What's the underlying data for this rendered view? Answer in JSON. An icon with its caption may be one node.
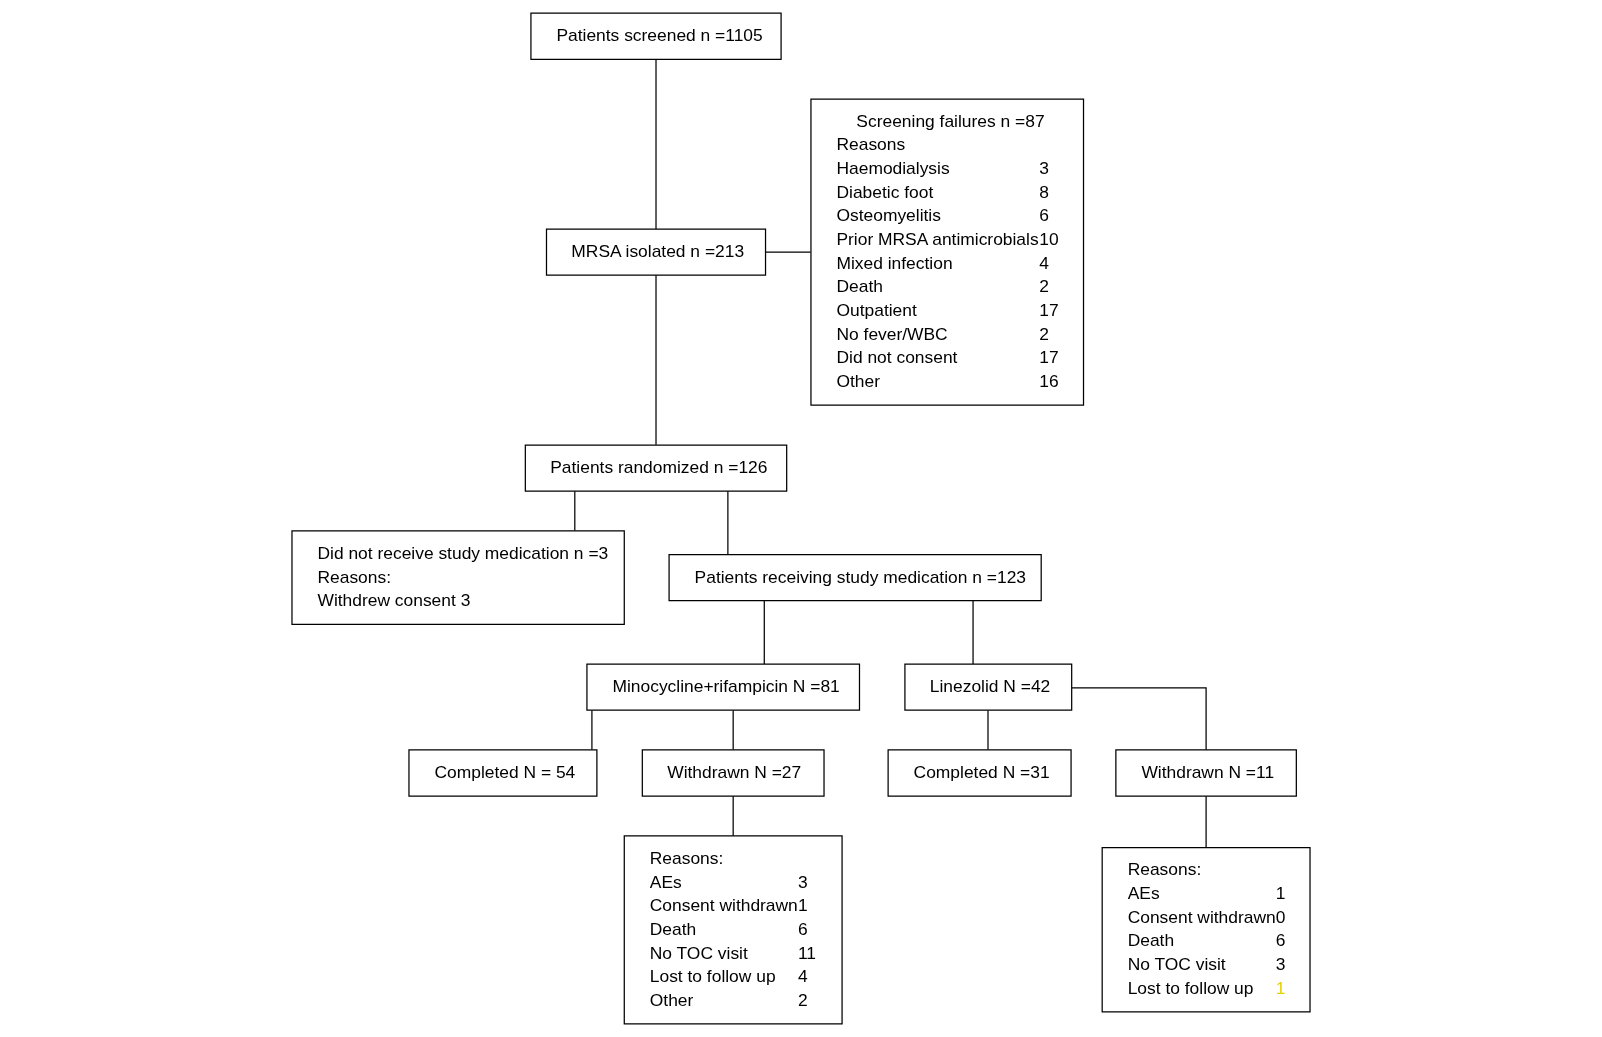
{
  "diagram": {
    "nodes": [
      {
        "text": [
          "Patients screened n =1105"
        ]
      },
      {
        "text": [
          "MRSA isolated n =213"
        ]
      },
      {
        "text": [
          "Screening failures n =87",
          "Reasons",
          "Haemodialysis",
          "3",
          "Diabetic foot",
          "8",
          "Osteomyelitis",
          "6",
          "Prior MRSA antimicrobials",
          "10",
          "Mixed infection",
          "4",
          "Death",
          "2",
          "Outpatient",
          "17",
          "No fever/WBC",
          "2",
          "Did not consent",
          "17",
          "Other",
          "16"
        ]
      },
      {
        "text": [
          "Patients randomized n =126"
        ]
      },
      {
        "text": [
          "Did not receive study medication n =3",
          "Reasons:",
          "Withdrew consent 3"
        ]
      },
      {
        "text": [
          "Patients receiving study medication n =123"
        ]
      },
      {
        "text": [
          "Minocycline+rifampicin N =81"
        ]
      },
      {
        "text": [
          "Linezolid N =42"
        ]
      },
      {
        "text": [
          "Completed N = 54"
        ]
      },
      {
        "text": [
          "Withdrawn N =27"
        ]
      },
      {
        "text": [
          "Reasons:",
          "AEs",
          "3",
          "Consent withdrawn",
          "1",
          "Death",
          "6",
          "No TOC visit",
          "11",
          "Lost to follow up",
          "4",
          "Other",
          "2"
        ]
      },
      {
        "text": [
          "Completed N =31"
        ]
      },
      {
        "text": [
          "Withdrawn N =11"
        ]
      },
      {
        "text": [
          "Reasons:",
          "AEs",
          "1",
          "Consent withdrawn",
          "0",
          "Death",
          "6",
          "No TOC visit",
          "3",
          "Lost to follow up",
          "1"
        ]
      }
    ],
    "edges": [
      {
        "from": 0,
        "to": 1,
        "arrow": "none"
      },
      {
        "from": 1,
        "to": 3,
        "arrow": "none"
      },
      {
        "from": 1,
        "to": 2,
        "arrow": "none"
      },
      {
        "from": 3,
        "to": 5,
        "arrow": "none"
      },
      {
        "from": 3,
        "to": 4,
        "arrow": "none"
      },
      {
        "from": 5,
        "to": 6,
        "arrow": "none"
      },
      {
        "from": 5,
        "to": 7,
        "arrow": "none"
      },
      {
        "from": 6,
        "to": 8,
        "arrow": "none"
      },
      {
        "from": 6,
        "to": 9,
        "arrow": "none"
      },
      {
        "from": 9,
        "to": 10,
        "arrow": "none"
      },
      {
        "from": 7,
        "to": 11,
        "arrow": "none"
      },
      {
        "from": 7,
        "to": 12,
        "arrow": "none"
      },
      {
        "from": 12,
        "to": 13,
        "arrow": "none"
      }
    ]
  }
}
